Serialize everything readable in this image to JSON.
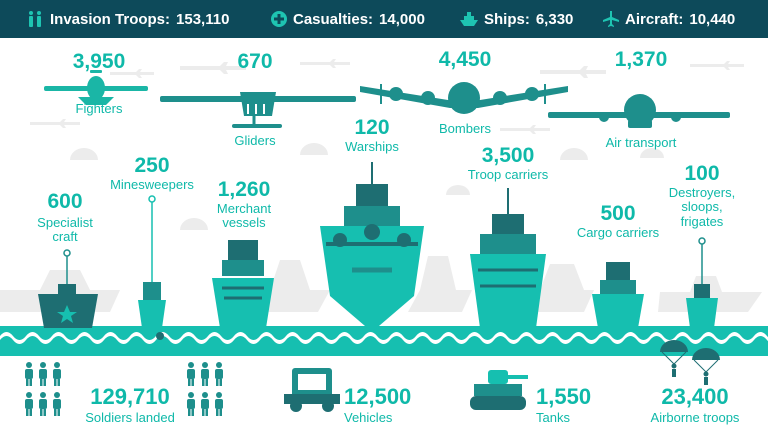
{
  "header": {
    "stats": [
      {
        "label": "Invasion Troops:",
        "value": "153,110",
        "icon": "soldiers-icon"
      },
      {
        "label": "Casualties:",
        "value": "14,000",
        "icon": "red-cross-icon"
      },
      {
        "label": "Ships:",
        "value": "6,330",
        "icon": "ship-icon"
      },
      {
        "label": "Aircraft:",
        "value": "10,440",
        "icon": "plane-icon"
      }
    ]
  },
  "aircraft": [
    {
      "value": "3,950",
      "label": "Fighters"
    },
    {
      "value": "670",
      "label": "Gliders"
    },
    {
      "value": "4,450",
      "label": "Bombers"
    },
    {
      "value": "1,370",
      "label": "Air transport"
    }
  ],
  "ships": [
    {
      "value": "600",
      "label": "Specialist craft"
    },
    {
      "value": "250",
      "label": "Minesweepers"
    },
    {
      "value": "1,260",
      "label": "Merchant vessels"
    },
    {
      "value": "120",
      "label": "Warships"
    },
    {
      "value": "3,500",
      "label": "Troop carriers"
    },
    {
      "value": "500",
      "label": "Cargo carriers"
    },
    {
      "value": "100",
      "label": "Destroyers, sloops, frigates"
    }
  ],
  "ground": [
    {
      "value": "129,710",
      "label": "Soldiers landed"
    },
    {
      "value": "12,500",
      "label": "Vehicles"
    },
    {
      "value": "1,550",
      "label": "Tanks"
    },
    {
      "value": "23,400",
      "label": "Airborne troops"
    }
  ],
  "colors": {
    "header": "#0d4a5a",
    "accent": "#0fb9a9",
    "dark": "#1e6e72",
    "grey": "#e4e4e4"
  }
}
